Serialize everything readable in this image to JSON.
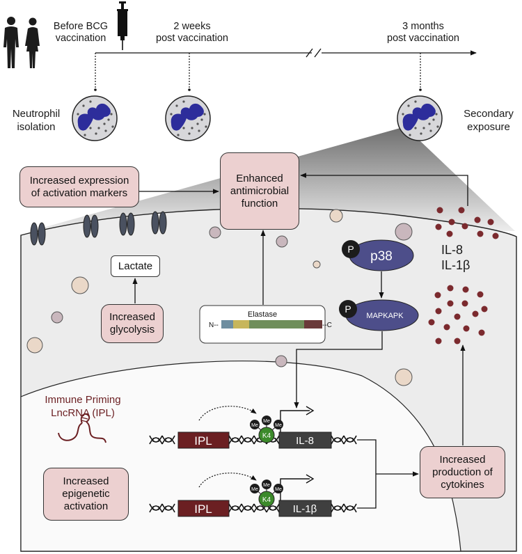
{
  "timeline": {
    "t0": [
      "Before BCG",
      "vaccination"
    ],
    "t1": [
      "2 weeks",
      "post vaccination"
    ],
    "t2": [
      "3 months",
      "post vaccination"
    ]
  },
  "labels": {
    "neutrophil": [
      "Neutrophil",
      "isolation"
    ],
    "secondary": [
      "Secondary",
      "exposure"
    ],
    "il8": "IL-8",
    "il1b": "IL-1β",
    "p38": "p38",
    "mapkapk": "MAPKAPK",
    "phospho": "P",
    "elastase": "Elastase",
    "n_term": "N--",
    "c_term": "--C",
    "ipl_title": [
      "Immune Priming",
      "LncRNA (IPL)"
    ],
    "methyl": "Me",
    "k4": "K4"
  },
  "boxes": {
    "activation_markers": "Increased expression\nof activation markers",
    "antimicrobial": "Enhanced\nantimicrobial\nfunction",
    "lactate": "Lactate",
    "glycolysis": "Increased\nglycolysis",
    "epigenetic": "Increased\nepigenetic\nactivation",
    "cytokines": "Increased\nproduction of\ncytokines"
  },
  "genes": {
    "row1": {
      "ipl": "IPL",
      "target": "IL-8"
    },
    "row2": {
      "ipl": "IPL",
      "target": "IL-1β"
    }
  },
  "colors": {
    "box_fill": "#ecd0d0",
    "receptor": "#4a5160",
    "cytokine_dot": "#7b2a2e",
    "kinase": "#4d4e8a",
    "ipl_block": "#6b1f22",
    "gene_block": "#3f3f3f",
    "histone": "#3c8a2b",
    "nucleus_dark": "#2d2d9b"
  }
}
